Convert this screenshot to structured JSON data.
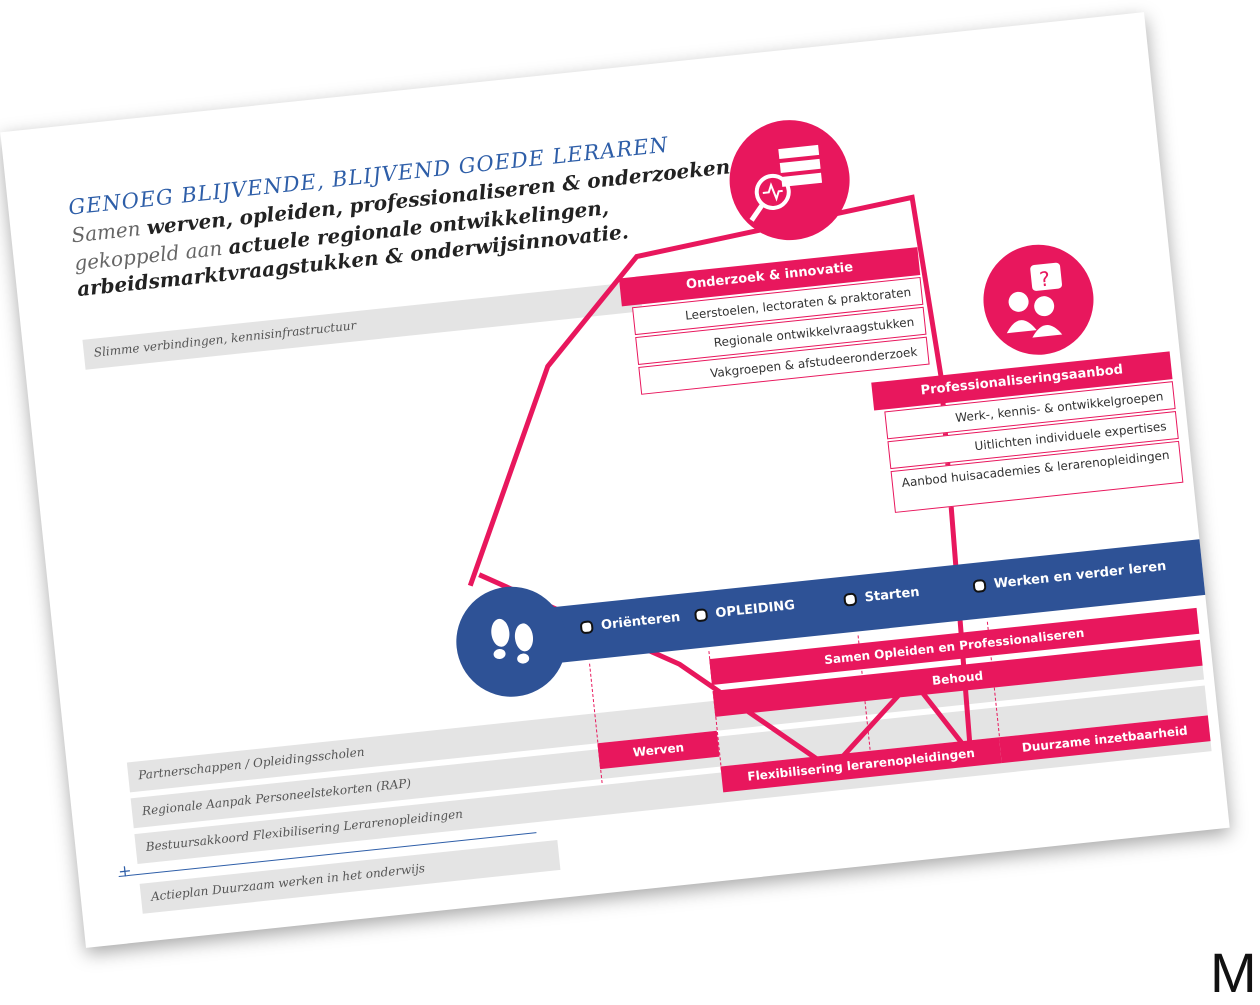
{
  "title": "GENOEG BLIJVENDE, BLIJVEND GOEDE LERAREN",
  "subtitle": {
    "line1_pre": "Samen",
    "line1_bold": "werven, opleiden, professionaliseren & onderzoeken,",
    "line2_pre": "gekoppeld aan",
    "line2_bold": "actuele regionale ontwikkelingen,",
    "line3_bold": "arbeidsmarktvraagstukken & onderwijsinnovatie."
  },
  "bands": {
    "slimme": "Slimme verbindingen, kennisinfrastructuur",
    "partnerschappen": "Partnerschappen / Opleidingsscholen",
    "rap": "Regionale Aanpak Personeelstekorten (RAP)",
    "bestuursakkoord": "Bestuursakkoord Flexibilisering Lerarenopleidingen",
    "plus": "+",
    "actieplan": "Actieplan Duurzaam werken in het onderwijs"
  },
  "onderzoek": {
    "header": "Onderzoek & innovatie",
    "items": [
      "Leerstoelen, lectoraten & praktoraten",
      "Regionale ontwikkelvraagstukken",
      "Vakgroepen & afstudeeronderzoek"
    ]
  },
  "professionalisering": {
    "header": "Professionaliseringsaanbod",
    "items": [
      "Werk-, kennis- & ontwikkelgroepen",
      "Uitlichten individuele expertises",
      "Aanbod huisacademies & lerarenopleidingen"
    ]
  },
  "stages": [
    "Oriënteren",
    "OPLEIDING",
    "Starten",
    "Werken",
    "en verder leren"
  ],
  "bars": {
    "samen": "Samen Opleiden en Professionaliseren",
    "behoud": "Behoud",
    "werven": "Werven",
    "flex": "Flexibilisering lerarenopleidingen",
    "duurzame": "Duurzame inzetbaarheid"
  },
  "trailing_letter": "M",
  "colors": {
    "accent": "#e8175d",
    "journey": "#2e5296",
    "title": "#2e5ea8"
  }
}
